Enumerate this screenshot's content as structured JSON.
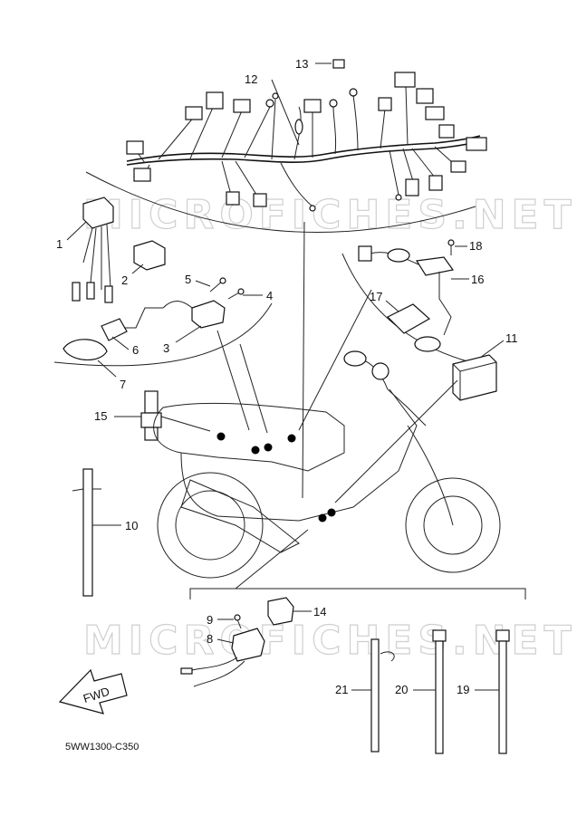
{
  "watermarks": [
    "MICROFICHES.NET",
    "MICROFICHES.NET"
  ],
  "fwd_label": "FWD",
  "diagram_code": "5WW1300-C350",
  "callouts": [
    {
      "num": "1"
    },
    {
      "num": "2"
    },
    {
      "num": "3"
    },
    {
      "num": "4"
    },
    {
      "num": "5"
    },
    {
      "num": "6"
    },
    {
      "num": "7"
    },
    {
      "num": "8"
    },
    {
      "num": "9"
    },
    {
      "num": "10"
    },
    {
      "num": "11"
    },
    {
      "num": "12"
    },
    {
      "num": "13"
    },
    {
      "num": "14"
    },
    {
      "num": "15"
    },
    {
      "num": "16"
    },
    {
      "num": "17"
    },
    {
      "num": "18"
    },
    {
      "num": "19"
    },
    {
      "num": "20"
    },
    {
      "num": "21"
    }
  ]
}
